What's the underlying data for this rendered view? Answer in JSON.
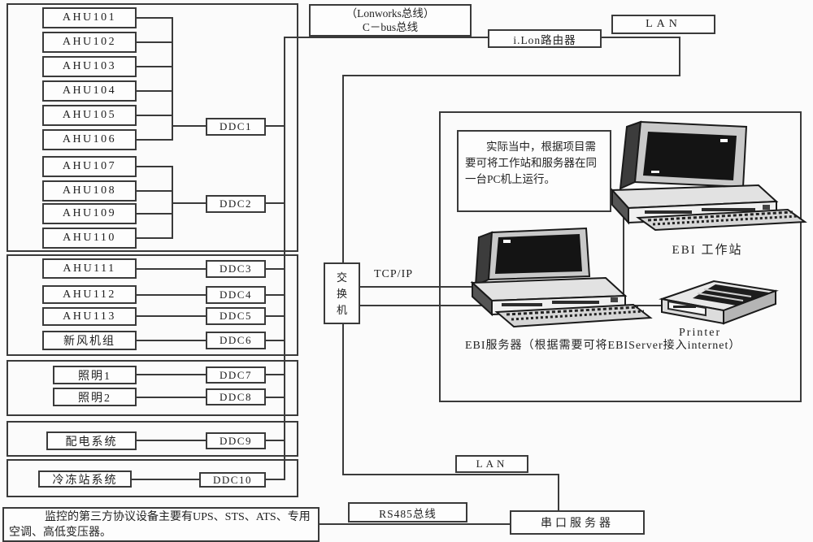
{
  "title": "DDC / EBI building automation network diagram",
  "colors": {
    "line": "#3a3a3a",
    "text": "#1f1f1f",
    "background": "#fbfbfb",
    "screen": "#141414"
  },
  "top": {
    "lonworks_line1": "（Lonworks总线）",
    "lonworks_line2": "C－bus总线",
    "ilon_router": "i.Lon路由器",
    "lan": "LAN"
  },
  "left": {
    "g1a_items": [
      "AHU101",
      "AHU102",
      "AHU103",
      "AHU104",
      "AHU105",
      "AHU106"
    ],
    "g1a_ddc": "DDC1",
    "g1b_items": [
      "AHU107",
      "AHU108",
      "AHU109",
      "AHU110"
    ],
    "g1b_ddc": "DDC2",
    "g2": [
      {
        "device": "AHU111",
        "ddc": "DDC3"
      },
      {
        "device": "AHU112",
        "ddc": "DDC4"
      },
      {
        "device": "AHU113",
        "ddc": "DDC5"
      },
      {
        "device": "新风机组",
        "ddc": "DDC6"
      }
    ],
    "g3": [
      {
        "device": "照明1",
        "ddc": "DDC7"
      },
      {
        "device": "照明2",
        "ddc": "DDC8"
      }
    ],
    "g4": [
      {
        "device": "配电系统",
        "ddc": "DDC9"
      }
    ],
    "g5": [
      {
        "device": "冷冻站系统",
        "ddc": "DDC10"
      }
    ],
    "third_party_note": "监控的第三方协议设备主要有UPS、STS、ATS、专用空调、高低变压器。"
  },
  "middle": {
    "switch_chars": [
      "交",
      "换",
      "机"
    ],
    "tcpip": "TCP/IP",
    "rs485": "RS485总线",
    "lan_bottom": "LAN",
    "serial_server": "串口服务器"
  },
  "right": {
    "pc_note": "实际当中，根据项目需要可将工作站和服务器在同一台PC机上运行。",
    "workstation_label": "EBI 工作站",
    "server_label": "EBI服务器（根据需要可将EBIServer接入internet）",
    "printer_label": "Printer"
  }
}
